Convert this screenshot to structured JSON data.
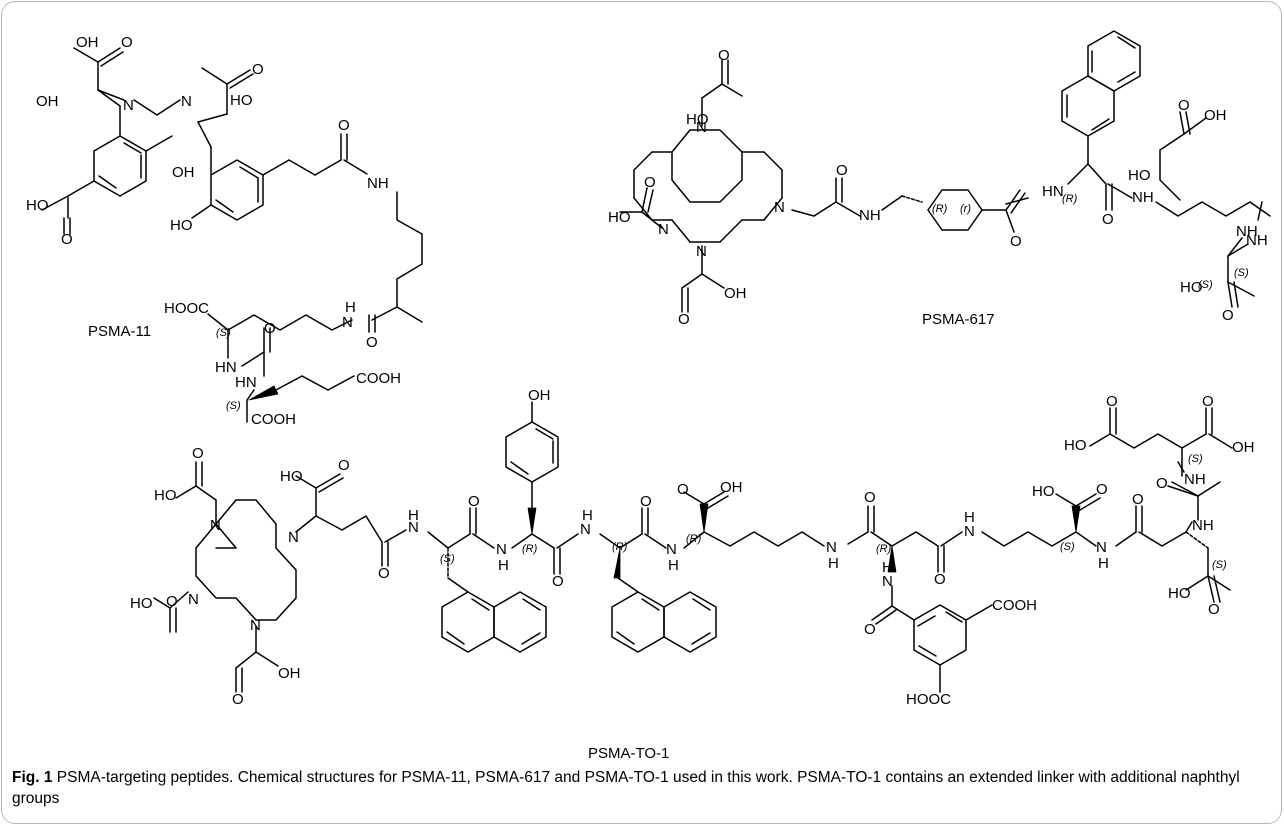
{
  "figure": {
    "compounds": [
      {
        "name": "PSMA-11"
      },
      {
        "name": "PSMA-617"
      },
      {
        "name": "PSMA-TO-1"
      }
    ],
    "atom_labels": {
      "OH": "OH",
      "HO": "HO",
      "O": "O",
      "N": "N",
      "NH": "NH",
      "HN": "HN",
      "H": "H",
      "COOH": "COOH",
      "HOOC": "HOOC"
    },
    "stereo": {
      "S": "(S)",
      "R": "(R)",
      "r": "(r)"
    }
  },
  "caption": {
    "label": "Fig. 1",
    "text": "  PSMA-targeting peptides. Chemical structures for PSMA-11, PSMA-617 and PSMA-TO-1 used in this work. PSMA-TO-1 contains an extended linker with additional naphthyl groups"
  }
}
